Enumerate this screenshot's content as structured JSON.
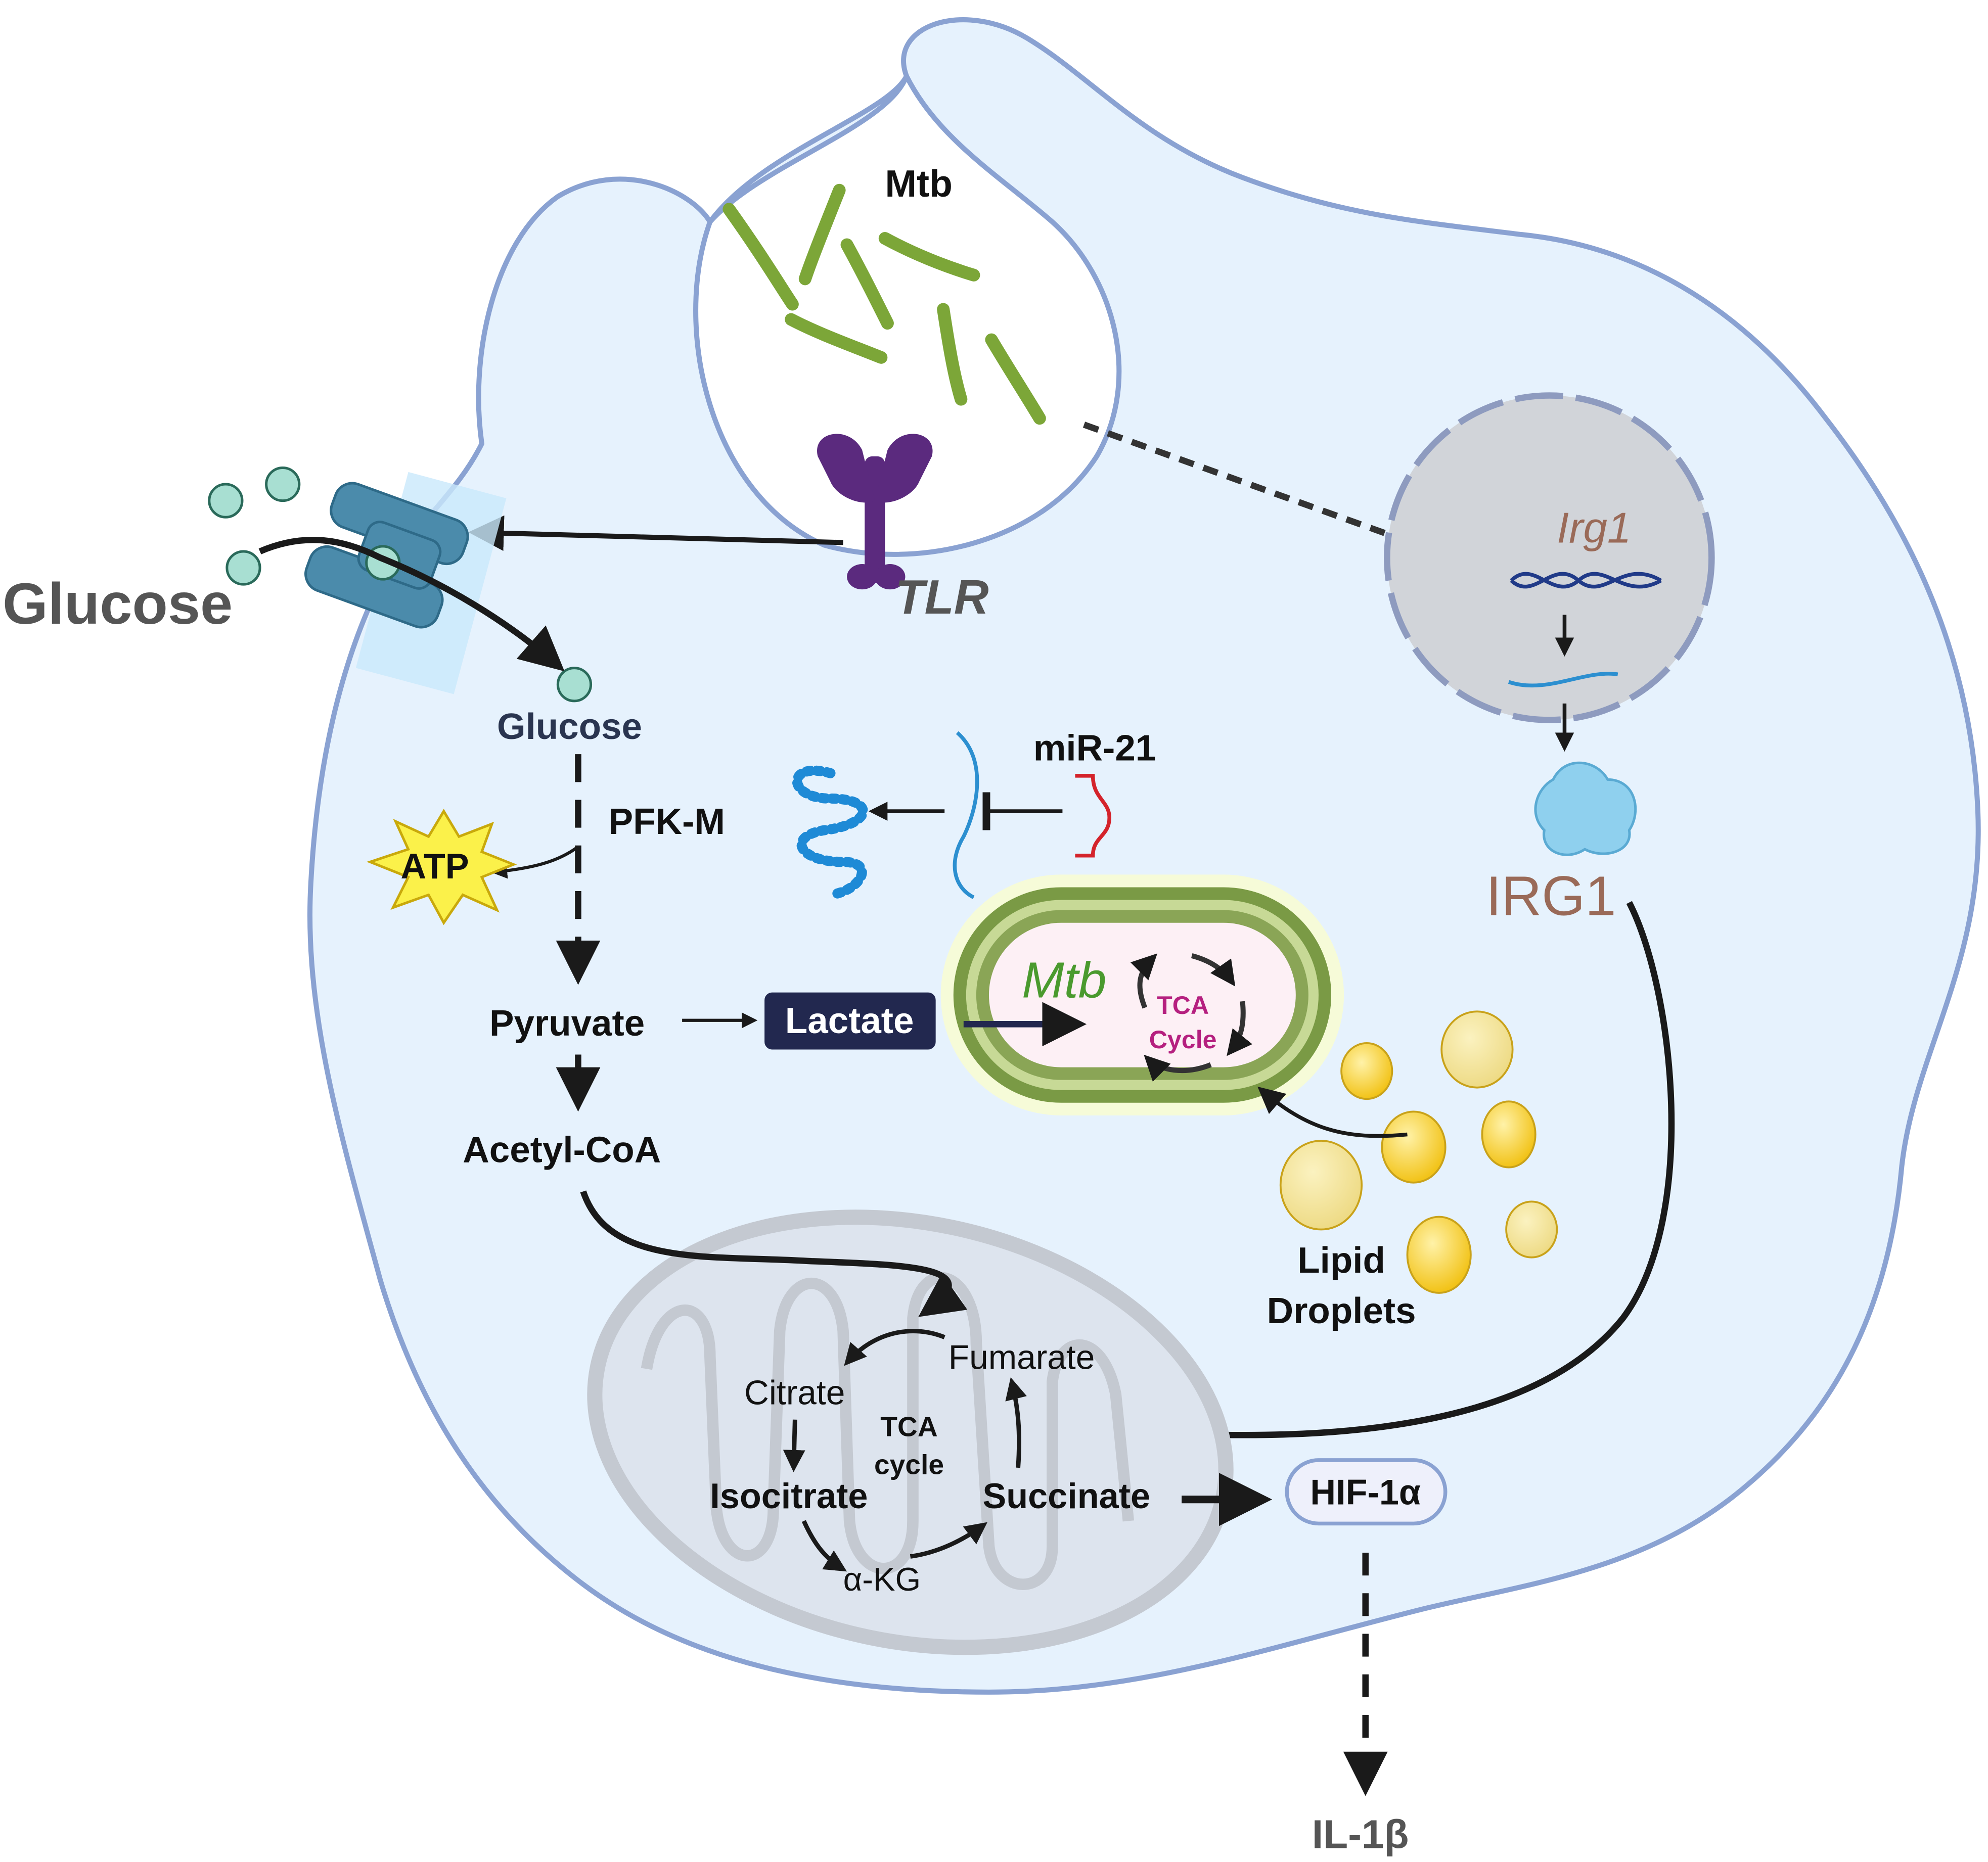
{
  "labels": {
    "mtb_top": "Mtb",
    "tlr": "TLR",
    "glucose_outside": "Glucose",
    "glucose_inside": "Glucose",
    "pfkm": "PFK-M",
    "atp": "ATP",
    "pyruvate": "Pyruvate",
    "lactate": "Lactate",
    "acetyl_coa": "Acetyl-CoA",
    "mir21": "miR-21",
    "irg1_gene": "Irg1",
    "irg1_protein": "IRG1",
    "mtb_bacterium": "Mtb",
    "mtb_tca_line1": "TCA",
    "mtb_tca_line2": "Cycle",
    "lipid_line1": "Lipid",
    "lipid_line2": "Droplets",
    "citrate": "Citrate",
    "isocitrate": "Isocitrate",
    "akg": "α-KG",
    "succinate": "Succinate",
    "fumarate": "Fumarate",
    "tca_line1": "TCA",
    "tca_line2": "cycle",
    "hif": "HIF-1α",
    "il1b": "IL-1β"
  },
  "colors": {
    "cell_fill": "#e6f2fd",
    "cell_stroke": "#8aa2d2",
    "mtb_green": "#4a9a2e",
    "tca_magenta": "#b5207f",
    "irg1_brown": "#9a6a58",
    "lactate_box": "#22284f",
    "mir21_red": "#d4232b"
  }
}
